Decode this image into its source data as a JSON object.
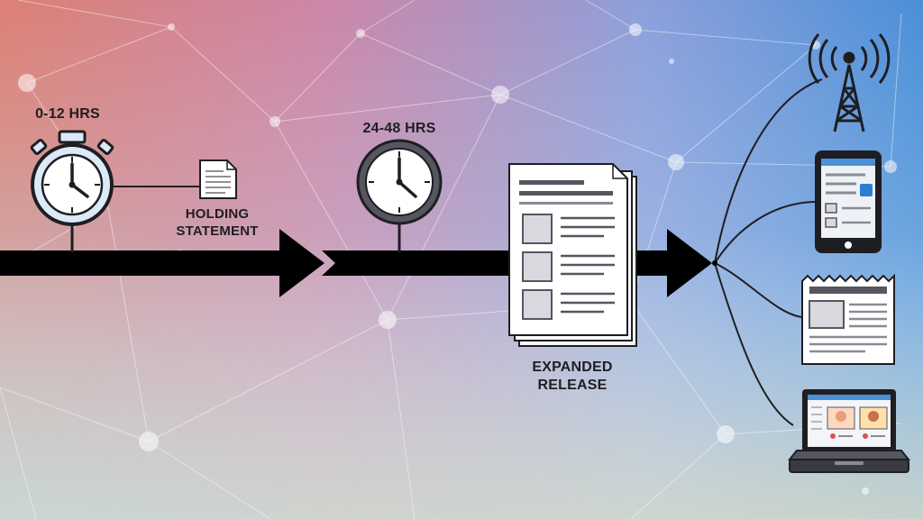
{
  "timeline": {
    "stage1": {
      "time_label": "0-12 HRS",
      "icon": "stopwatch-icon"
    },
    "holding": {
      "label_line1": "HOLDING",
      "label_line2": "STATEMENT",
      "icon": "document-icon"
    },
    "stage2": {
      "time_label": "24-48 HRS",
      "icon": "clock-icon"
    },
    "expanded": {
      "label_line1": "EXPANDED",
      "label_line2": "RELEASE",
      "icon": "document-stack-icon"
    }
  },
  "channels": [
    {
      "name": "broadcast",
      "icon": "radio-tower-icon"
    },
    {
      "name": "mobile",
      "icon": "tablet-icon"
    },
    {
      "name": "print",
      "icon": "newspaper-icon"
    },
    {
      "name": "web",
      "icon": "laptop-icon"
    }
  ],
  "colors": {
    "arrow": "#000000",
    "clock_face_light": "#dbe9f8",
    "clock_face_dark": "#55565f",
    "ink": "#1e1e22",
    "gradient_left": "#ee6a55",
    "gradient_right": "#4a8fd8"
  }
}
